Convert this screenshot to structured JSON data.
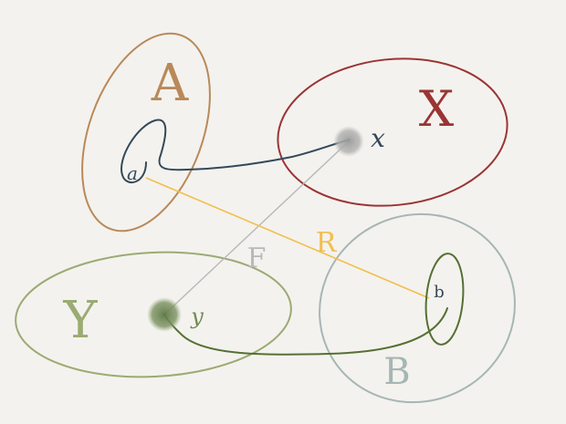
{
  "labels": {
    "set_A": "A",
    "set_X": "X",
    "set_Y": "Y",
    "set_B": "B",
    "elem_a": "a",
    "elem_x": "x",
    "elem_y": "y",
    "elem_b": "b",
    "relation_R": "R",
    "function_F": "F"
  },
  "colors": {
    "background": "#f4f2ee",
    "set_A": "#b9895a",
    "set_X": "#9b3434",
    "set_Y": "#9aab73",
    "set_B": "#a6b6b5",
    "elem_a_loop": "#33495a",
    "elem_b_loop": "#557035",
    "relation_R": "#f1bf4e",
    "function_F": "#b8b8b8",
    "point_x": "#a9aaa9",
    "point_y": "#6f8a56"
  }
}
